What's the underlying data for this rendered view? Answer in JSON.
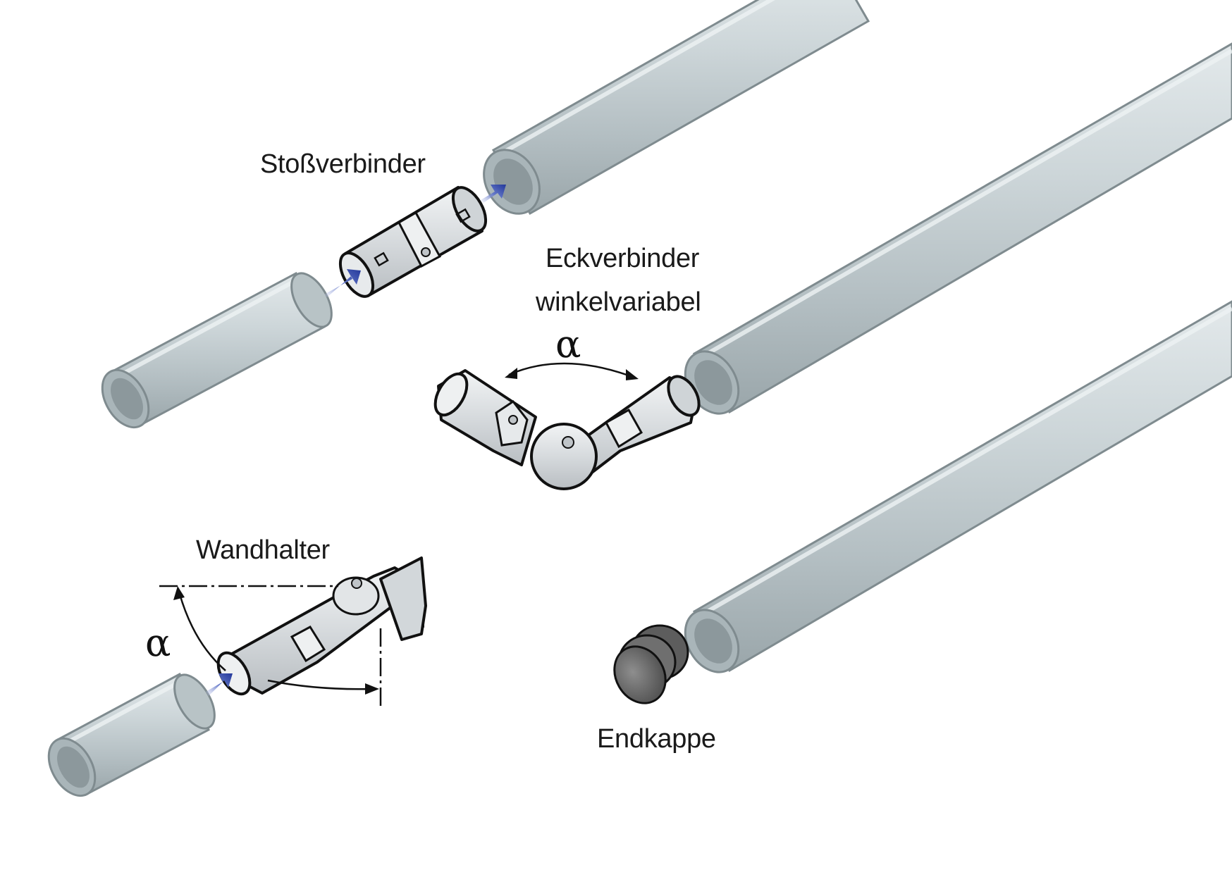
{
  "labels": {
    "stossverbinder": "Stoßverbinder",
    "eckverbinder_line1": "Eckverbinder",
    "eckverbinder_line2": "winkelvariabel",
    "wandhalter": "Wandhalter",
    "endkappe": "Endkappe",
    "alpha_corner": "α",
    "alpha_wall": "α"
  },
  "colors": {
    "tube_fill": "#c5d0d3",
    "tube_outline": "#7f8b8f",
    "connector_fill": "#d9dde0",
    "connector_outline": "#111111",
    "arrow_blue": "#2f47a8",
    "endcap_fill": "#6a6a6a",
    "background": "#ffffff"
  },
  "icons": {
    "arrow": "insert-arrow-icon",
    "angle": "angle-arc-icon"
  }
}
